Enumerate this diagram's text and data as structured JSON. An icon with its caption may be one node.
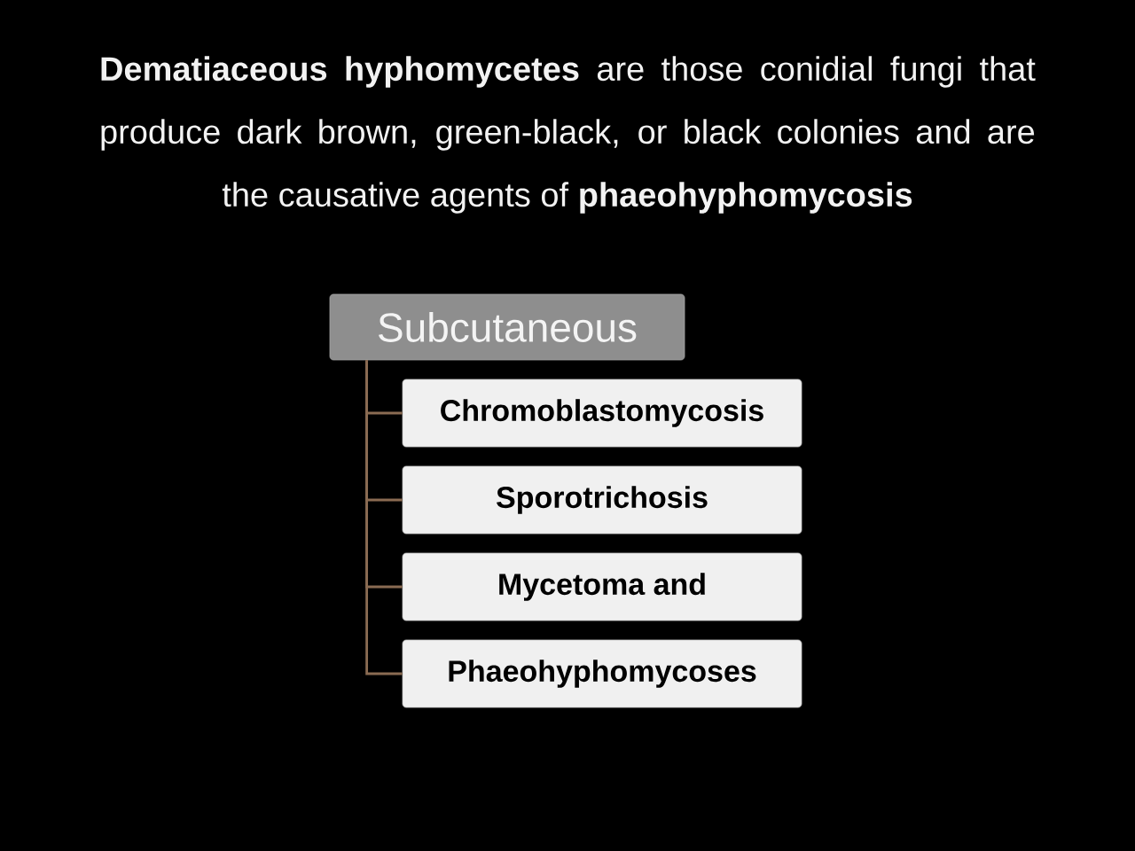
{
  "diagram": {
    "title": "**Dematiaceous hyphomycetes** are those conidial fungi that produce dark brown, green-black, or black colonies and are the causative agents of **phaeohyphomycosis**",
    "nodes": [
      {
        "text": [
          "Subcutaneous"
        ]
      },
      {
        "text": [
          "Chromoblastomycosis"
        ]
      },
      {
        "text": [
          "Sporotrichosis"
        ]
      },
      {
        "text": [
          "Mycetoma and"
        ]
      },
      {
        "text": [
          "Phaeohyphomycoses"
        ]
      }
    ],
    "edges": [
      {
        "from": 0,
        "to": 1,
        "arrow": "none"
      },
      {
        "from": 0,
        "to": 2,
        "arrow": "none"
      },
      {
        "from": 0,
        "to": 3,
        "arrow": "none"
      },
      {
        "from": 0,
        "to": 4,
        "arrow": "none"
      }
    ]
  }
}
